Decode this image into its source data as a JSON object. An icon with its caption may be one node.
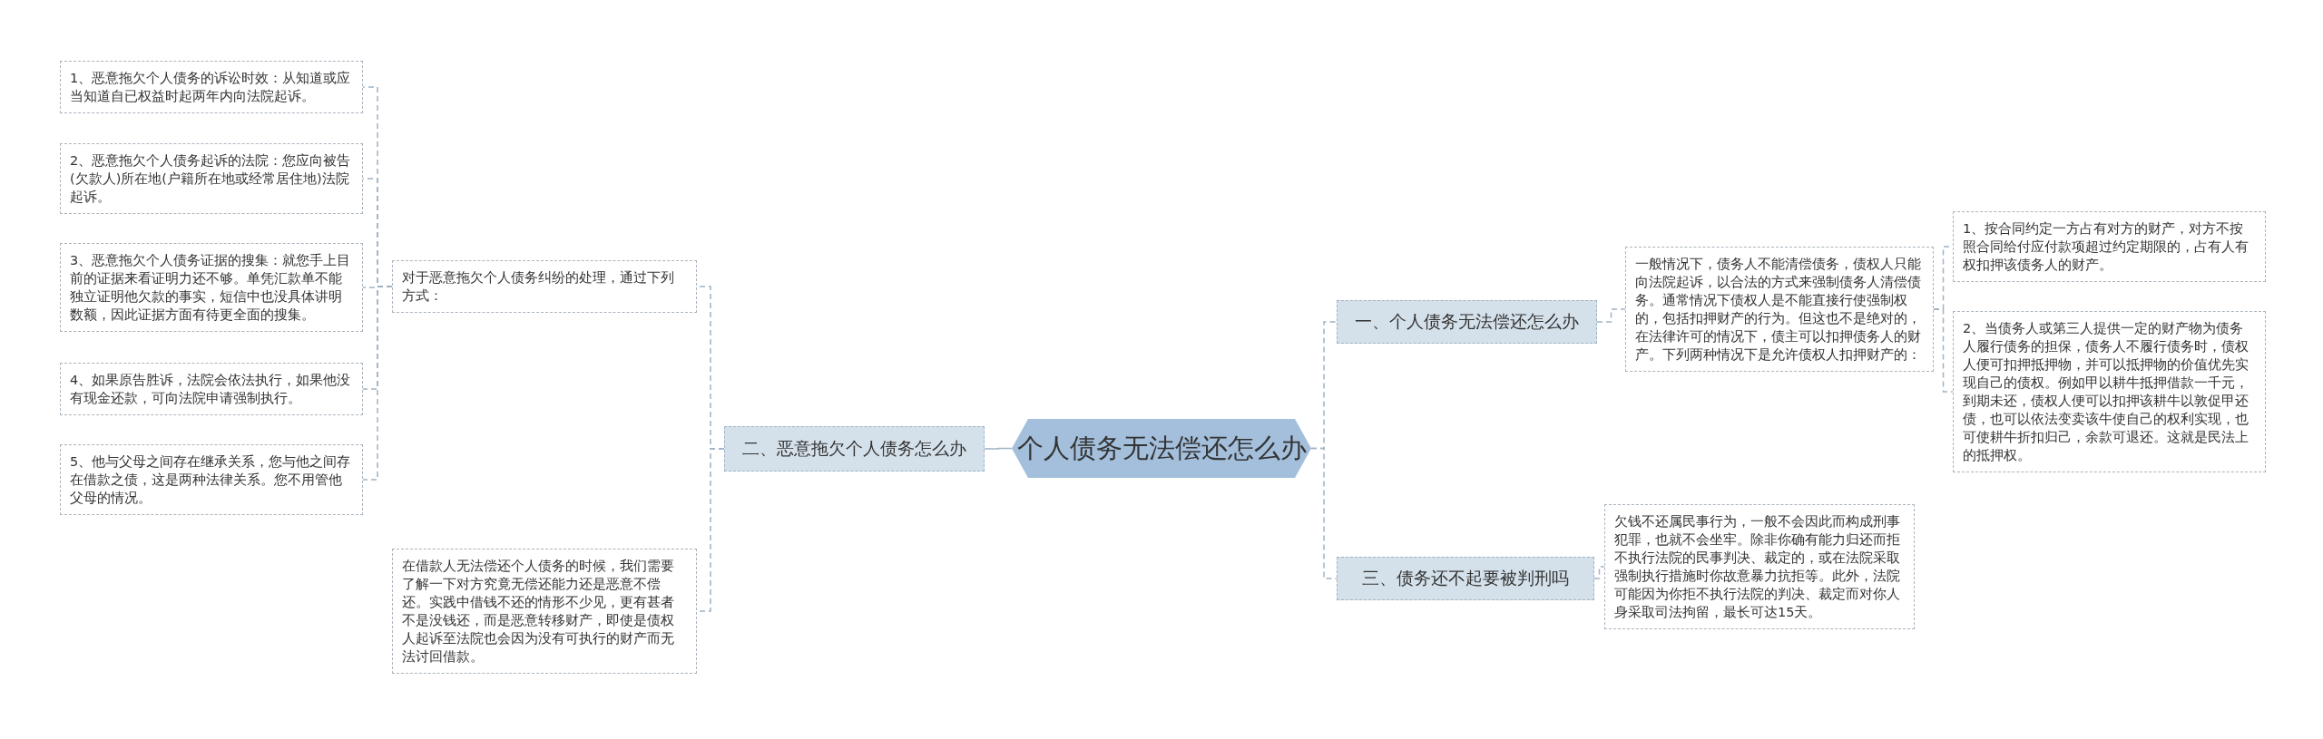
{
  "diagram": {
    "nodes": [
      {
        "text": [
          "个人债务无法偿还怎么办"
        ]
      },
      {
        "text": [
          "一、个人债务无法偿还怎么办"
        ]
      },
      {
        "text": [
          "一般情况下，债务人不能清偿债务，债权人只能向法院起诉，以合法的方式来强制债务人清偿债务。通常情况下债权人是不能直接行使强制权的，包括扣押财产的行为。但这也不是绝对的，在法律许可的情况下，债主可以扣押债务人的财产。下列两种情况下是允许债权人扣押财产的："
        ]
      },
      {
        "text": [
          "1、按合同约定一方占有对方的财产，对方不按照合同给付应付款项超过约定期限的，占有人有权扣押该债务人的财产。"
        ]
      },
      {
        "text": [
          "2、当债务人或第三人提供一定的财产物为债务人履行债务的担保，债务人不履行债务时，债权人便可扣押抵押物，并可以抵押物的价值优先实现自己的债权。例如甲以耕牛抵押借款一千元，到期未还，债权人便可以扣押该耕牛以敦促甲还债，也可以依法变卖该牛使自己的权利实现，也可使耕牛折扣归己，余款可退还。这就是民法上的抵押权。"
        ]
      },
      {
        "text": [
          "三、债务还不起要被判刑吗"
        ]
      },
      {
        "text": [
          "欠钱不还属民事行为，一般不会因此而构成刑事犯罪，也就不会坐牢。除非你确有能力归还而拒不执行法院的民事判决、裁定的，或在法院采取强制执行措施时你故意暴力抗拒等。此外，法院可能因为你拒不执行法院的判决、裁定而对你人身采取司法拘留，最长可达15天。"
        ]
      },
      {
        "text": [
          "二、恶意拖欠个人债务怎么办"
        ]
      },
      {
        "text": [
          "对于恶意拖欠个人债务纠纷的处理，通过下列方式："
        ]
      },
      {
        "text": [
          "1、恶意拖欠个人债务的诉讼时效：从知道或应当知道自已权益时起两年内向法院起诉。"
        ]
      },
      {
        "text": [
          "2、恶意拖欠个人债务起诉的法院：您应向被告(欠款人)所在地(户籍所在地或经常居住地)法院起诉。"
        ]
      },
      {
        "text": [
          "3、恶意拖欠个人债务证据的搜集：就您手上目前的证据来看证明力还不够。单凭汇款单不能独立证明他欠款的事实，短信中也没具体讲明数额，因此证据方面有待更全面的搜集。"
        ]
      },
      {
        "text": [
          "4、如果原告胜诉，法院会依法执行，如果他没有现金还款，可向法院申请强制执行。"
        ]
      },
      {
        "text": [
          "5、他与父母之间存在继承关系，您与他之间存在借款之债，这是两种法律关系。您不用管他父母的情况。"
        ]
      },
      {
        "text": [
          "在借款人无法偿还个人债务的时候，我们需要了解一下对方究竟无偿还能力还是恶意不偿还。实践中借钱不还的情形不少见，更有甚者不是没钱还，而是恶意转移财产，即使是债权人起诉至法院也会因为没有可执行的财产而无法讨回借款。"
        ]
      }
    ],
    "edges": [
      {
        "from": 0,
        "to": 1,
        "arrow": "none",
        "style": "dashed"
      },
      {
        "from": 0,
        "to": 5,
        "arrow": "none",
        "style": "dashed"
      },
      {
        "from": 0,
        "to": 7,
        "arrow": "none"
      },
      {
        "from": 1,
        "to": 2,
        "arrow": "none",
        "style": "dashed"
      },
      {
        "from": 2,
        "to": 3,
        "arrow": "none",
        "style": "dashed"
      },
      {
        "from": 2,
        "to": 4,
        "arrow": "none",
        "style": "dashed"
      },
      {
        "from": 5,
        "to": 6,
        "arrow": "none",
        "style": "dashed"
      },
      {
        "from": 7,
        "to": 8,
        "arrow": "none",
        "style": "dashed"
      },
      {
        "from": 7,
        "to": 14,
        "arrow": "none",
        "style": "dashed"
      },
      {
        "from": 8,
        "to": 9,
        "arrow": "none",
        "style": "dashed"
      },
      {
        "from": 8,
        "to": 10,
        "arrow": "none",
        "style": "dashed"
      },
      {
        "from": 8,
        "to": 11,
        "arrow": "none",
        "style": "dashed"
      },
      {
        "from": 8,
        "to": 12,
        "arrow": "none",
        "style": "dashed"
      },
      {
        "from": 8,
        "to": 13,
        "arrow": "none",
        "style": "dashed"
      }
    ]
  }
}
